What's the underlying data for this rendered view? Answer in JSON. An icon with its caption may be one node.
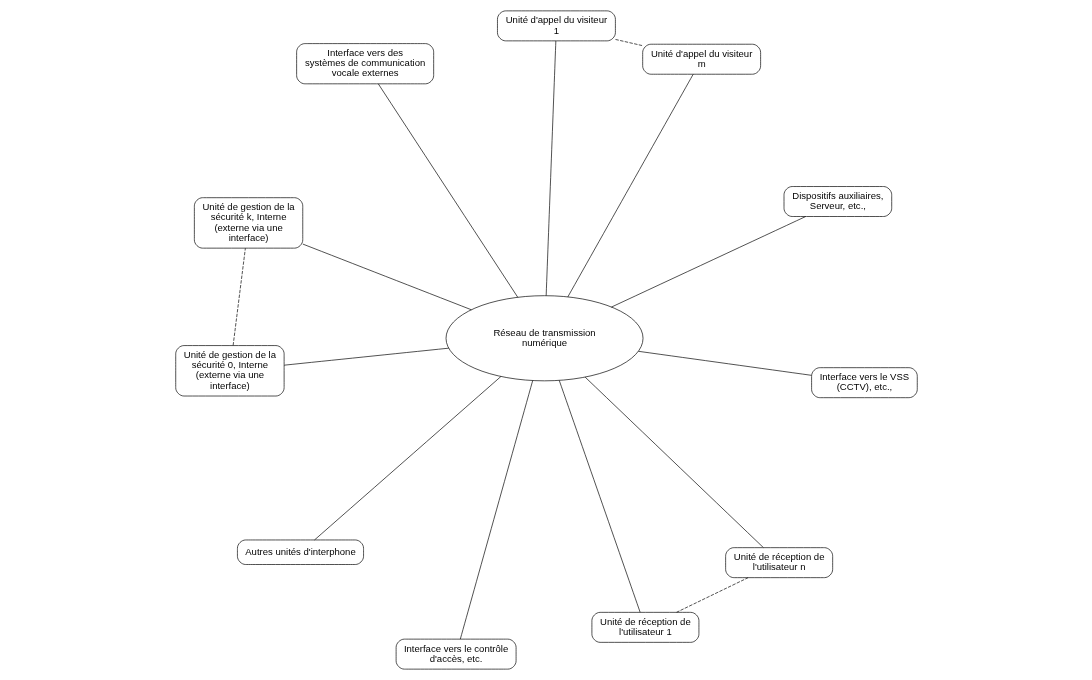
{
  "diagram": {
    "nodes": [
      {
        "text": [
          "Unité d'appel du visiteur 1"
        ]
      },
      {
        "text": [
          "Unité d'appel du visiteur m"
        ]
      },
      {
        "text": [
          "Interface vers le contrôle d'accès, etc."
        ]
      },
      {
        "text": [
          "Interface vers des systèmes de communication vocale externes"
        ]
      },
      {
        "text": [
          "Dispositifs auxiliaires, Serveur, etc.,"
        ]
      },
      {
        "text": [
          "Réseau de transmission numérique"
        ]
      },
      {
        "text": [
          "Unité de réception de l'utilisateur 1"
        ]
      },
      {
        "text": [
          "Unité de réception de l'utilisateur n"
        ]
      },
      {
        "text": [
          "Autres unités d'interphone"
        ]
      },
      {
        "text": [
          "Interface vers le VSS (CCTV), etc.,"
        ]
      },
      {
        "text": [
          "Unité de gestion de la sécurité 0, Interne (externe via une interface)"
        ]
      },
      {
        "text": [
          "Unité de gestion de la sécurité k, Interne (externe via une interface)"
        ]
      }
    ],
    "edges": [
      {
        "from": 0,
        "to": 5,
        "arrow": "none"
      },
      {
        "from": 4,
        "to": 5,
        "arrow": "none"
      },
      {
        "from": 6,
        "to": 5,
        "arrow": "none"
      },
      {
        "from": 0,
        "to": 1,
        "arrow": "none",
        "style": "dashed"
      },
      {
        "from": 6,
        "to": 7,
        "arrow": "none",
        "style": "dashed"
      },
      {
        "from": 1,
        "to": 5,
        "arrow": "none"
      },
      {
        "from": 7,
        "to": 5,
        "arrow": "none"
      },
      {
        "from": 2,
        "to": 5,
        "arrow": "none"
      },
      {
        "from": 8,
        "to": 5,
        "arrow": "none"
      },
      {
        "from": 3,
        "to": 5,
        "arrow": "none"
      },
      {
        "from": 9,
        "to": 5,
        "arrow": "none"
      },
      {
        "from": 10,
        "to": 5,
        "arrow": "none"
      },
      {
        "from": 11,
        "to": 5,
        "arrow": "none"
      },
      {
        "from": 10,
        "to": 11,
        "arrow": "none",
        "style": "dashed"
      }
    ]
  }
}
